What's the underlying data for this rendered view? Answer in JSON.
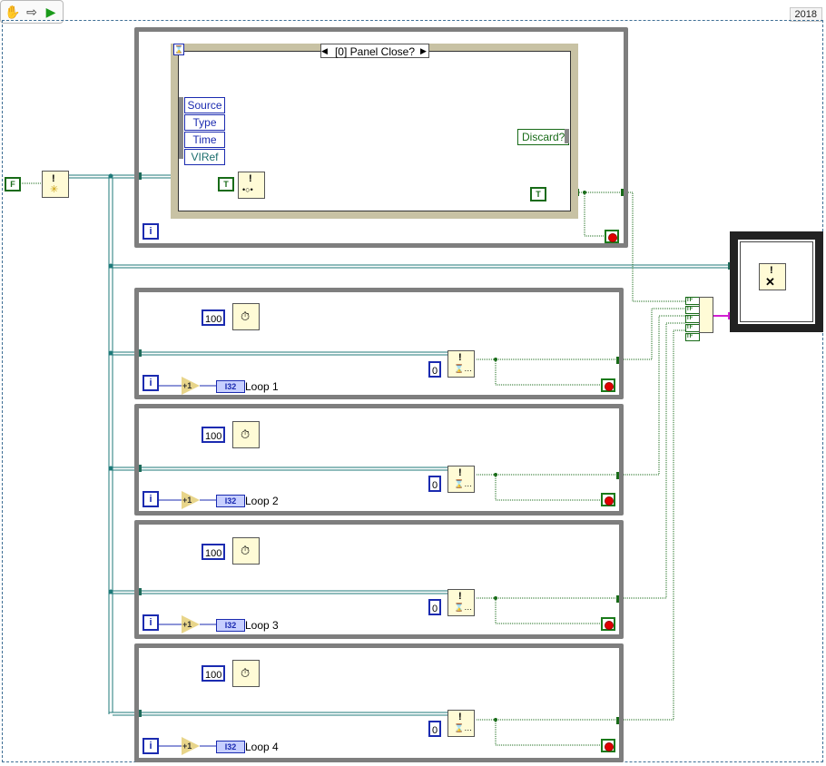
{
  "toolbar": {
    "version_label": "2018",
    "buttons": [
      {
        "name": "hand-tool-icon",
        "glyph": "✋"
      },
      {
        "name": "arrow-icon",
        "glyph": "⇨"
      },
      {
        "name": "run-icon",
        "glyph": "▶"
      }
    ]
  },
  "left_constant": "F",
  "event_loop": {
    "selector_text": "[0] Panel Close?",
    "event_data": [
      "Source",
      "Type",
      "Time",
      "VIRef"
    ],
    "discard_label": "Discard?",
    "true_const_inner": "T",
    "true_const_right": "T"
  },
  "loops": [
    {
      "wait_value": "100",
      "timeout_value": "0",
      "increment_label": "+1",
      "type_label": "I32",
      "indicator_label": "Loop 1"
    },
    {
      "wait_value": "100",
      "timeout_value": "0",
      "increment_label": "+1",
      "type_label": "I32",
      "indicator_label": "Loop 2"
    },
    {
      "wait_value": "100",
      "timeout_value": "0",
      "increment_label": "+1",
      "type_label": "I32",
      "indicator_label": "Loop 3"
    },
    {
      "wait_value": "100",
      "timeout_value": "0",
      "increment_label": "+1",
      "type_label": "I32",
      "indicator_label": "Loop 4"
    }
  ],
  "build_array_cells": [
    "TF",
    "TF",
    "TF",
    "TF",
    "TF"
  ],
  "iteration_label": "i",
  "colors": {
    "loop_border": "#7e7e7e",
    "wire_ref": "#1f7a7a",
    "wire_bool": "#186b18",
    "numeric": "#1b2bb0",
    "wire_pink": "#d21fd2"
  }
}
